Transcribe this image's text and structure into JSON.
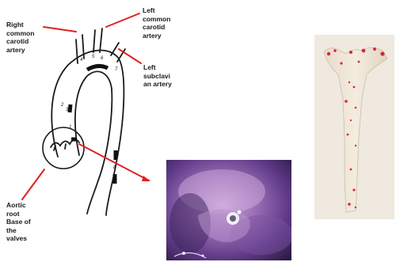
{
  "labels": {
    "right_common_carotid": "Right\ncommon\ncarotid\nartery",
    "left_common_carotid": "Left\ncommon\ncarotid\nartery",
    "left_subclavian": "Left\nsubclavi\nan artery",
    "aortic_root": "Aortic\nroot\nBase of\nthe\nvalves"
  },
  "section_numbers": [
    "1",
    "2",
    "3",
    "4",
    "5",
    "6",
    "7",
    "8"
  ],
  "colors": {
    "pointer": "#e02020",
    "outline": "#1a1a1a",
    "stain": "#d8283a"
  }
}
